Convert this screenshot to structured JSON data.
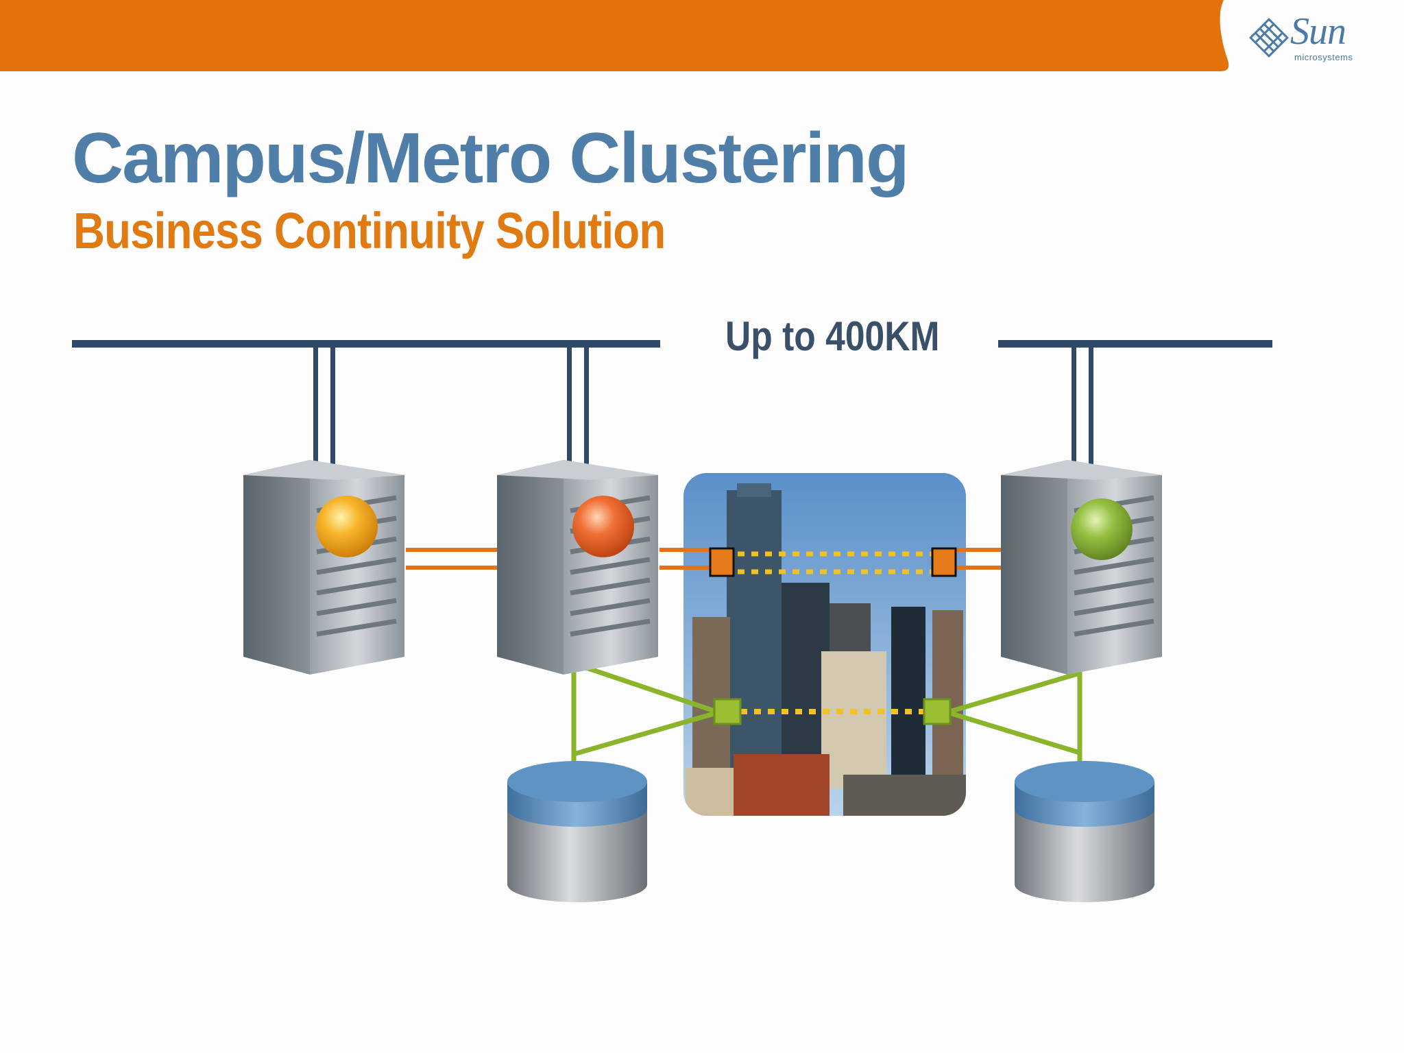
{
  "slide": {
    "title": "Campus/Metro Clustering",
    "subtitle": "Business Continuity Solution",
    "distance_label": "Up to 400KM"
  },
  "logo": {
    "wordmark": "Sun",
    "submark": "microsystems"
  },
  "colors": {
    "header_orange": "#e3720c",
    "title_blue": "#4f7fa8",
    "subtitle_orange": "#e07a12",
    "network_bar": "#2f4a66",
    "heartbeat_link": "#e0741a",
    "storage_link": "#8ab42a",
    "node_yellow": "#f2a21a",
    "node_orange": "#ec6a2a",
    "node_green": "#8fb83a",
    "disk_top": "#5f93c3"
  },
  "icons": {
    "servers": [
      "server-tower-icon",
      "server-tower-icon",
      "server-tower-icon"
    ],
    "storage": [
      "storage-disk-icon",
      "storage-disk-icon"
    ],
    "city": "city-skyline-photo",
    "logo_mark": "sun-diamond-logo-icon"
  }
}
